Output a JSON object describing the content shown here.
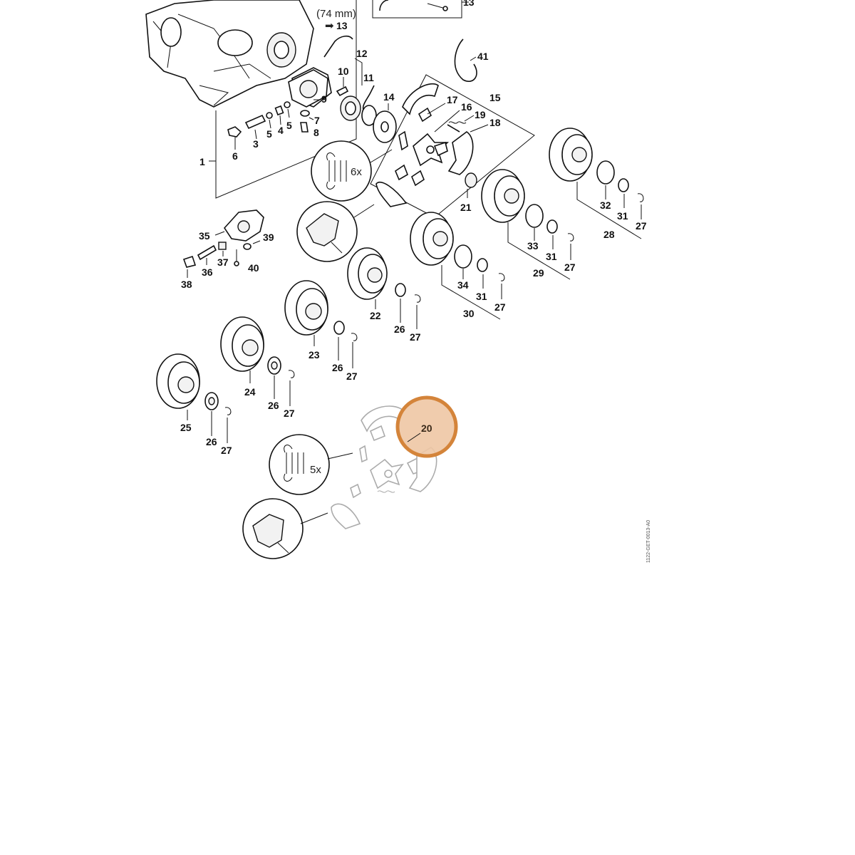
{
  "diagram": {
    "type": "exploded-parts-diagram",
    "accent_color": "#d4843a",
    "highlight_fill": "#eec7a4",
    "drawing_code": "1122-GET-0013-A0",
    "note_length": "(74 mm)",
    "note_ref": "13",
    "highlighted_part": "20",
    "callouts": {
      "c1": "1",
      "c3": "3",
      "c4": "4",
      "c5a": "5",
      "c5b": "5",
      "c6": "6",
      "c7": "7",
      "c8": "8",
      "c9": "9",
      "c10": "10",
      "c11": "11",
      "c12": "12",
      "c13": "13",
      "c14": "14",
      "c15": "15",
      "c16": "16",
      "c17": "17",
      "c18": "18",
      "c19": "19",
      "c21": "21",
      "c22": "22",
      "c23": "23",
      "c24": "24",
      "c25": "25",
      "c26a": "26",
      "c26b": "26",
      "c26c": "26",
      "c26d": "26",
      "c27a": "27",
      "c27b": "27",
      "c27c": "27",
      "c27d": "27",
      "c27e": "27",
      "c27f": "27",
      "c27g": "27",
      "c28": "28",
      "c29": "29",
      "c30": "30",
      "c31a": "31",
      "c31b": "31",
      "c31c": "31",
      "c32": "32",
      "c33": "33",
      "c34": "34",
      "c35": "35",
      "c36": "36",
      "c37": "37",
      "c38": "38",
      "c39": "39",
      "c40": "40",
      "c41": "41"
    },
    "spring_counts": {
      "upper": "6x",
      "lower": "5x"
    }
  }
}
